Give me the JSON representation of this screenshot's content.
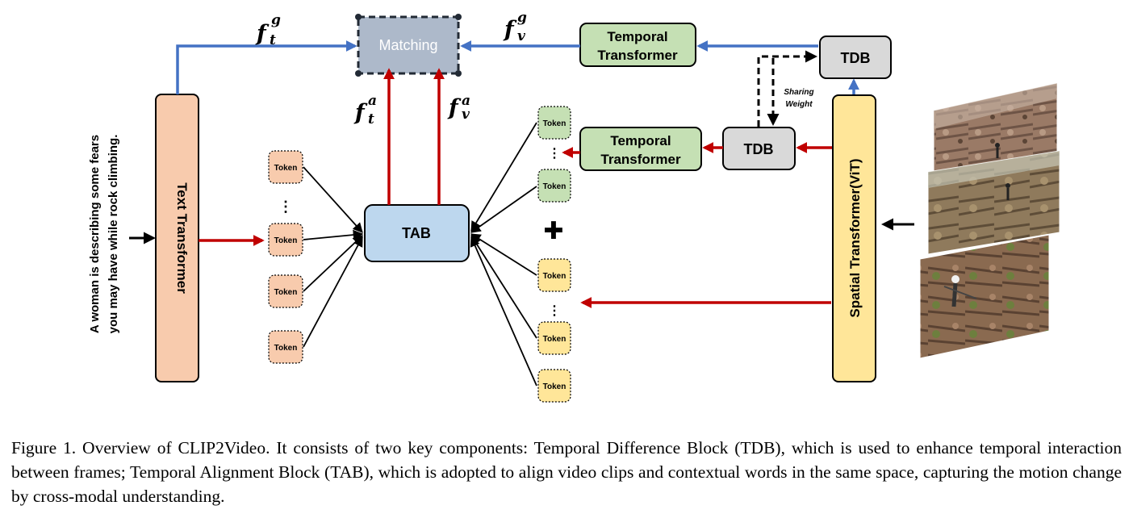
{
  "blocks": {
    "matching": "Matching",
    "temporal_transformer_top_line1": "Temporal",
    "temporal_transformer_top_line2": "Transformer",
    "temporal_transformer_mid_line1": "Temporal",
    "temporal_transformer_mid_line2": "Transformer",
    "tdb_top": "TDB",
    "tdb_mid": "TDB",
    "tab": "TAB",
    "text_transformer": "Text Transformer",
    "spatial_transformer": "Spatial Transformer(ViT)"
  },
  "labels": {
    "f_t_g": "f",
    "f_t_g_sub": "t",
    "f_t_g_sup": "g",
    "f_v_g": "f",
    "f_v_g_sub": "v",
    "f_v_g_sup": "g",
    "f_t_a": "f",
    "f_t_a_sub": "t",
    "f_t_a_sup": "a",
    "f_v_a": "f",
    "f_v_a_sub": "v",
    "f_v_a_sup": "a",
    "sharing_line1": "Sharing",
    "sharing_line2": "Weight"
  },
  "text_input": {
    "line1": "A woman is describing some fears",
    "line2": "you may have while rock climbing."
  },
  "tokens": {
    "label": "Token",
    "ellipsis": "⋮",
    "plus": "✚"
  },
  "colors": {
    "blue_arrow": "#4472c4",
    "red_arrow": "#c00000",
    "text_transformer_fill": "#f8cbad",
    "spatial_fill": "#ffe699",
    "temporal_fill": "#c5e0b4",
    "tdb_fill": "#d9d9d9",
    "tab_fill": "#bdd7ee",
    "matching_fill": "#adb9ca"
  },
  "caption": "Figure 1. Overview of CLIP2Video.  It consists of two key components: Temporal Difference Block (TDB), which is used to enhance temporal interaction between frames; Temporal Alignment Block (TAB), which is adopted to align video clips and contextual words in the same space, capturing the motion change by cross-modal understanding."
}
